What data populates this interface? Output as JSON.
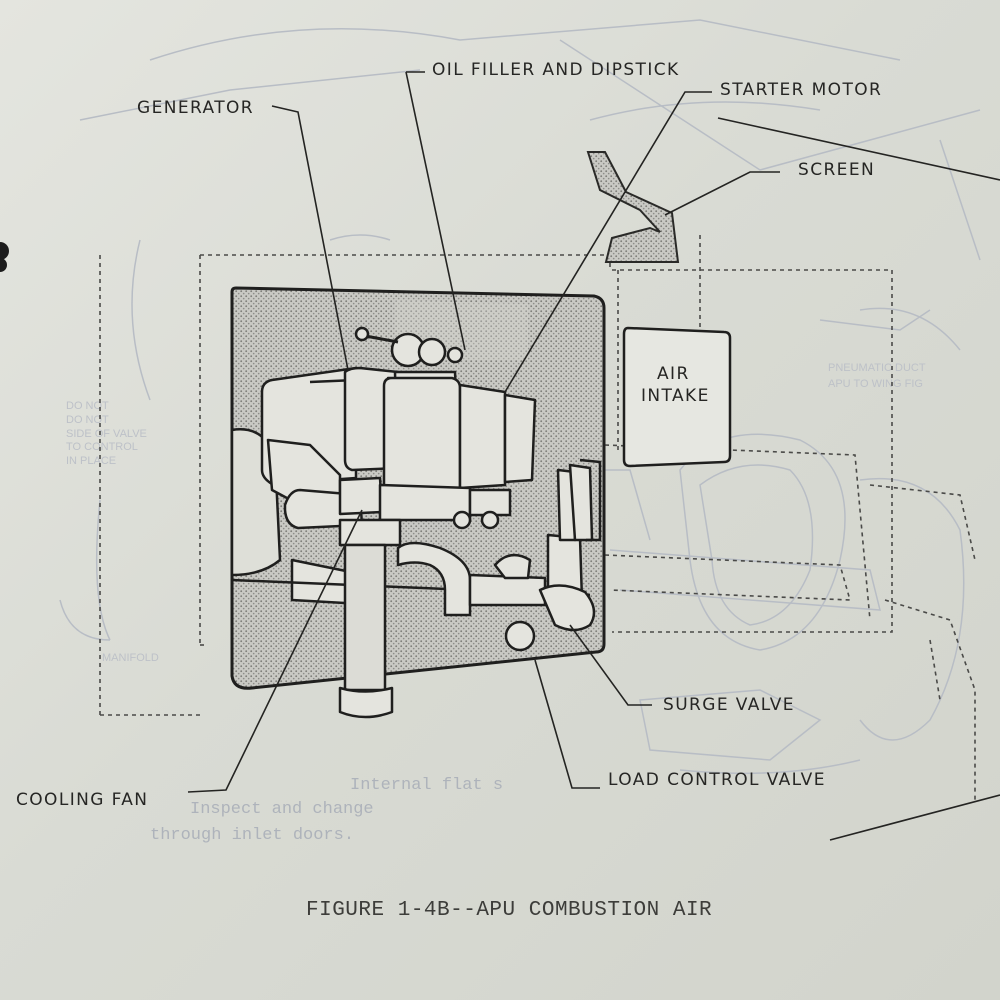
{
  "labels": {
    "oil_filler": "OIL FILLER AND DIPSTICK",
    "generator": "GENERATOR",
    "starter_motor": "STARTER MOTOR",
    "screen": "SCREEN",
    "air_intake_line1": "AIR",
    "air_intake_line2": "INTAKE",
    "surge_valve": "SURGE VALVE",
    "load_control_valve": "LOAD CONTROL VALVE",
    "cooling_fan": "COOLING FAN"
  },
  "caption": "FIGURE 1-4B--APU COMBUSTION AIR",
  "bleed_through": {
    "note_line1": "Internal flat s",
    "note_line2": "Inspect and change",
    "note_line3": "through inlet doors.",
    "manifold": "MANIFOLD",
    "pneumatic": "PNEUMATIC DUCT",
    "pneumatic2": "APU TO WING FIG",
    "left_note": "DO NOT\nDO NOT\nSIDE OF VALVE\nTO CONTROL\nIN PLACE"
  },
  "colors": {
    "paper": "#dfe0da",
    "ink": "#262624",
    "bleed_ink": "#b8bdc5",
    "stipple": "#8a8a86"
  }
}
